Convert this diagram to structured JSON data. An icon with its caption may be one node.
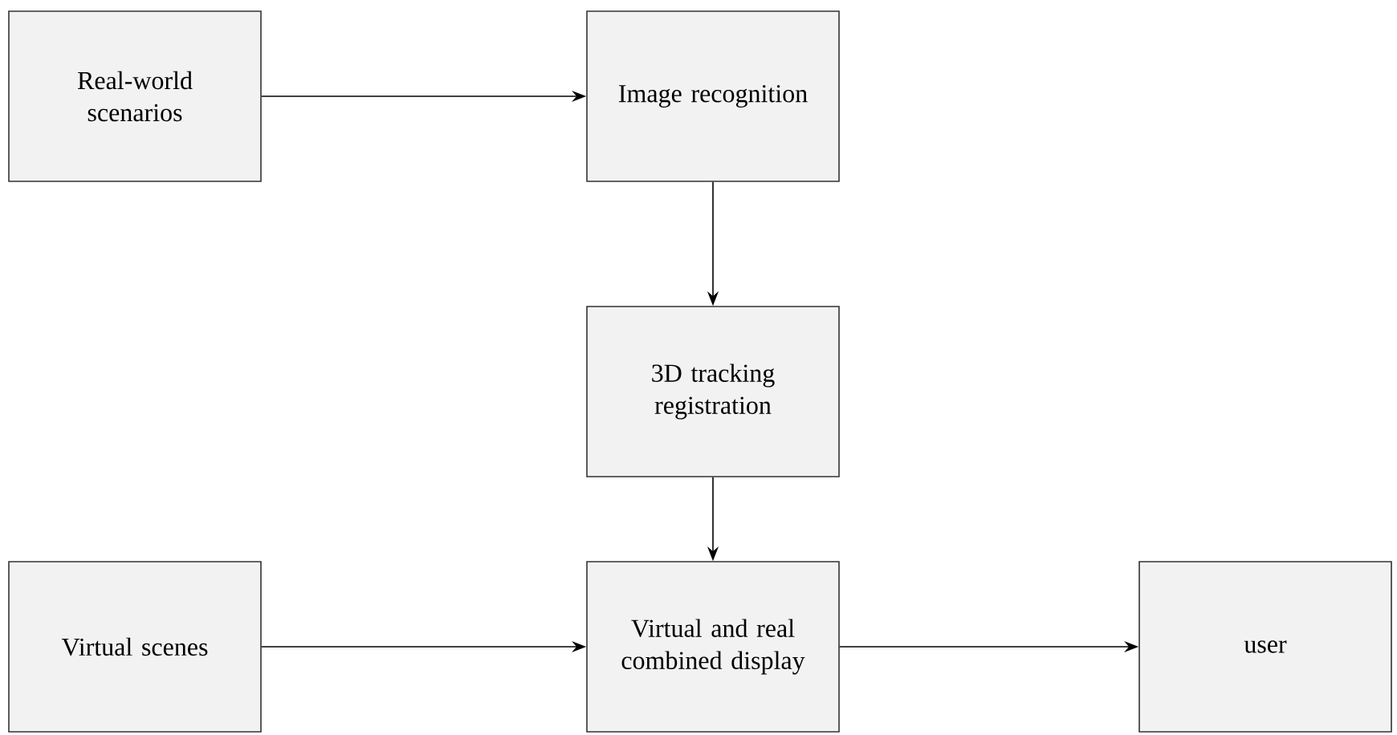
{
  "diagram": {
    "nodes": [
      {
        "text": [
          "Real-world scenarios"
        ]
      },
      {
        "text": [
          "Image recognition"
        ]
      },
      {
        "text": [
          "3D tracking registration"
        ]
      },
      {
        "text": [
          "Virtual scenes"
        ]
      },
      {
        "text": [
          "Virtual and real combined display"
        ]
      },
      {
        "text": [
          "user"
        ]
      }
    ],
    "edges": [
      {
        "from": 0,
        "to": 1,
        "arrow": "to"
      },
      {
        "from": 1,
        "to": 2,
        "arrow": "to"
      },
      {
        "from": 2,
        "to": 4,
        "arrow": "to"
      },
      {
        "from": 3,
        "to": 4,
        "arrow": "to"
      },
      {
        "from": 4,
        "to": 5,
        "arrow": "to"
      }
    ]
  }
}
